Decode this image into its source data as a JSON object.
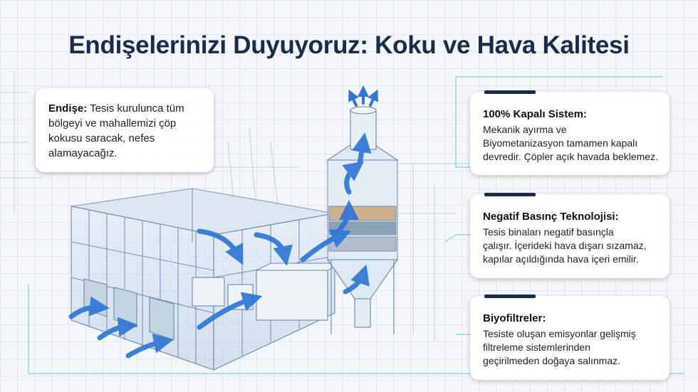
{
  "title": "Endişelerinizi Duyuyoruz: Koku ve Hava Kalitesi",
  "concern": {
    "label": "Endişe:",
    "text": " Tesis kurulunca tüm bölgeyi ve mahallemizi çöp kokusu saracak, nefes alamayacağız."
  },
  "cards": [
    {
      "title": "100% Kapalı Sistem:",
      "lines": [
        "Mekanik ayırma ve",
        "Biyometanizasyon tamamen kapalı",
        "devredir. Çöpler açık havada beklemez."
      ]
    },
    {
      "title": "Negatif Basınç Teknolojisi:",
      "lines": [
        "Tesis binaları negatif basınçla",
        "çalışır. İçerideki hava dışarı sızamaz,",
        "kapılar açıldığında hava içeri emilir."
      ]
    },
    {
      "title": "Biyofiltreler:",
      "lines": [
        "Tesiste oluşan emisyonlar gelişmiş",
        "filtreleme sistemlerinden",
        "geçirilmeden doğaya salınmaz."
      ]
    }
  ],
  "colors": {
    "title": "#1b2b4a",
    "arrow": "#2f76d6",
    "line": "#6b87a8",
    "accent_bar": "#1d2c45",
    "connector": "#7fcfd6"
  }
}
